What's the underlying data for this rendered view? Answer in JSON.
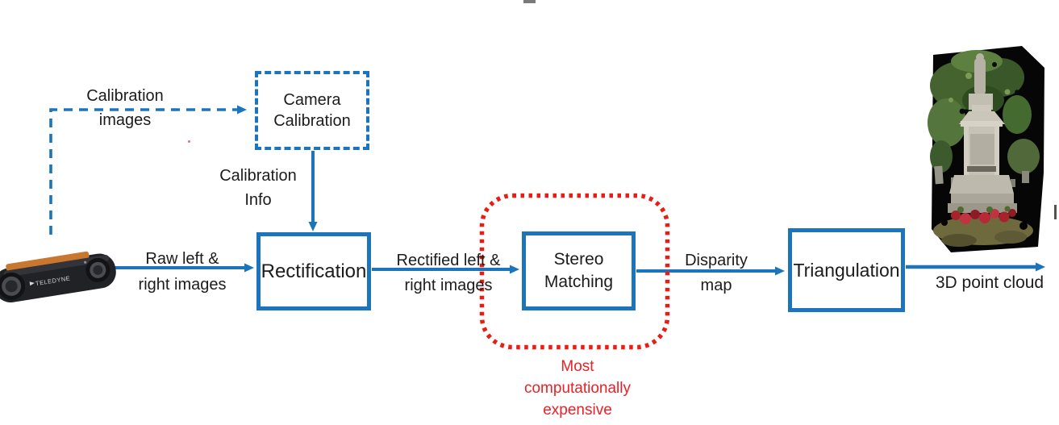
{
  "colors": {
    "flow_blue": "#1b74bc",
    "highlight_red": "#ea1c15",
    "annotation_red": "#ec2027",
    "text_black": "#1c1c1c"
  },
  "nodes": {
    "camera_calibration": {
      "line1": "Camera",
      "line2": "Calibration"
    },
    "rectification": {
      "label": "Rectification"
    },
    "stereo_matching": {
      "line1": "Stereo",
      "line2": "Matching"
    },
    "triangulation": {
      "label": "Triangulation"
    }
  },
  "edge_labels": {
    "calibration_images": {
      "line1": "Calibration",
      "line2": "images"
    },
    "calibration_info": {
      "line1": "Calibration",
      "line2": "Info"
    },
    "raw_images": {
      "line1": "Raw left &",
      "line2": "right images"
    },
    "rectified_images": {
      "line1": "Rectified left &",
      "line2": "right images"
    },
    "disparity_map": {
      "line1": "Disparity",
      "line2": "map"
    },
    "point_cloud": {
      "label": "3D point cloud"
    }
  },
  "annotation": {
    "line1": "Most",
    "line2": "computationally",
    "line3": "expensive"
  },
  "camera": {
    "brand": "TELEDYNE"
  }
}
